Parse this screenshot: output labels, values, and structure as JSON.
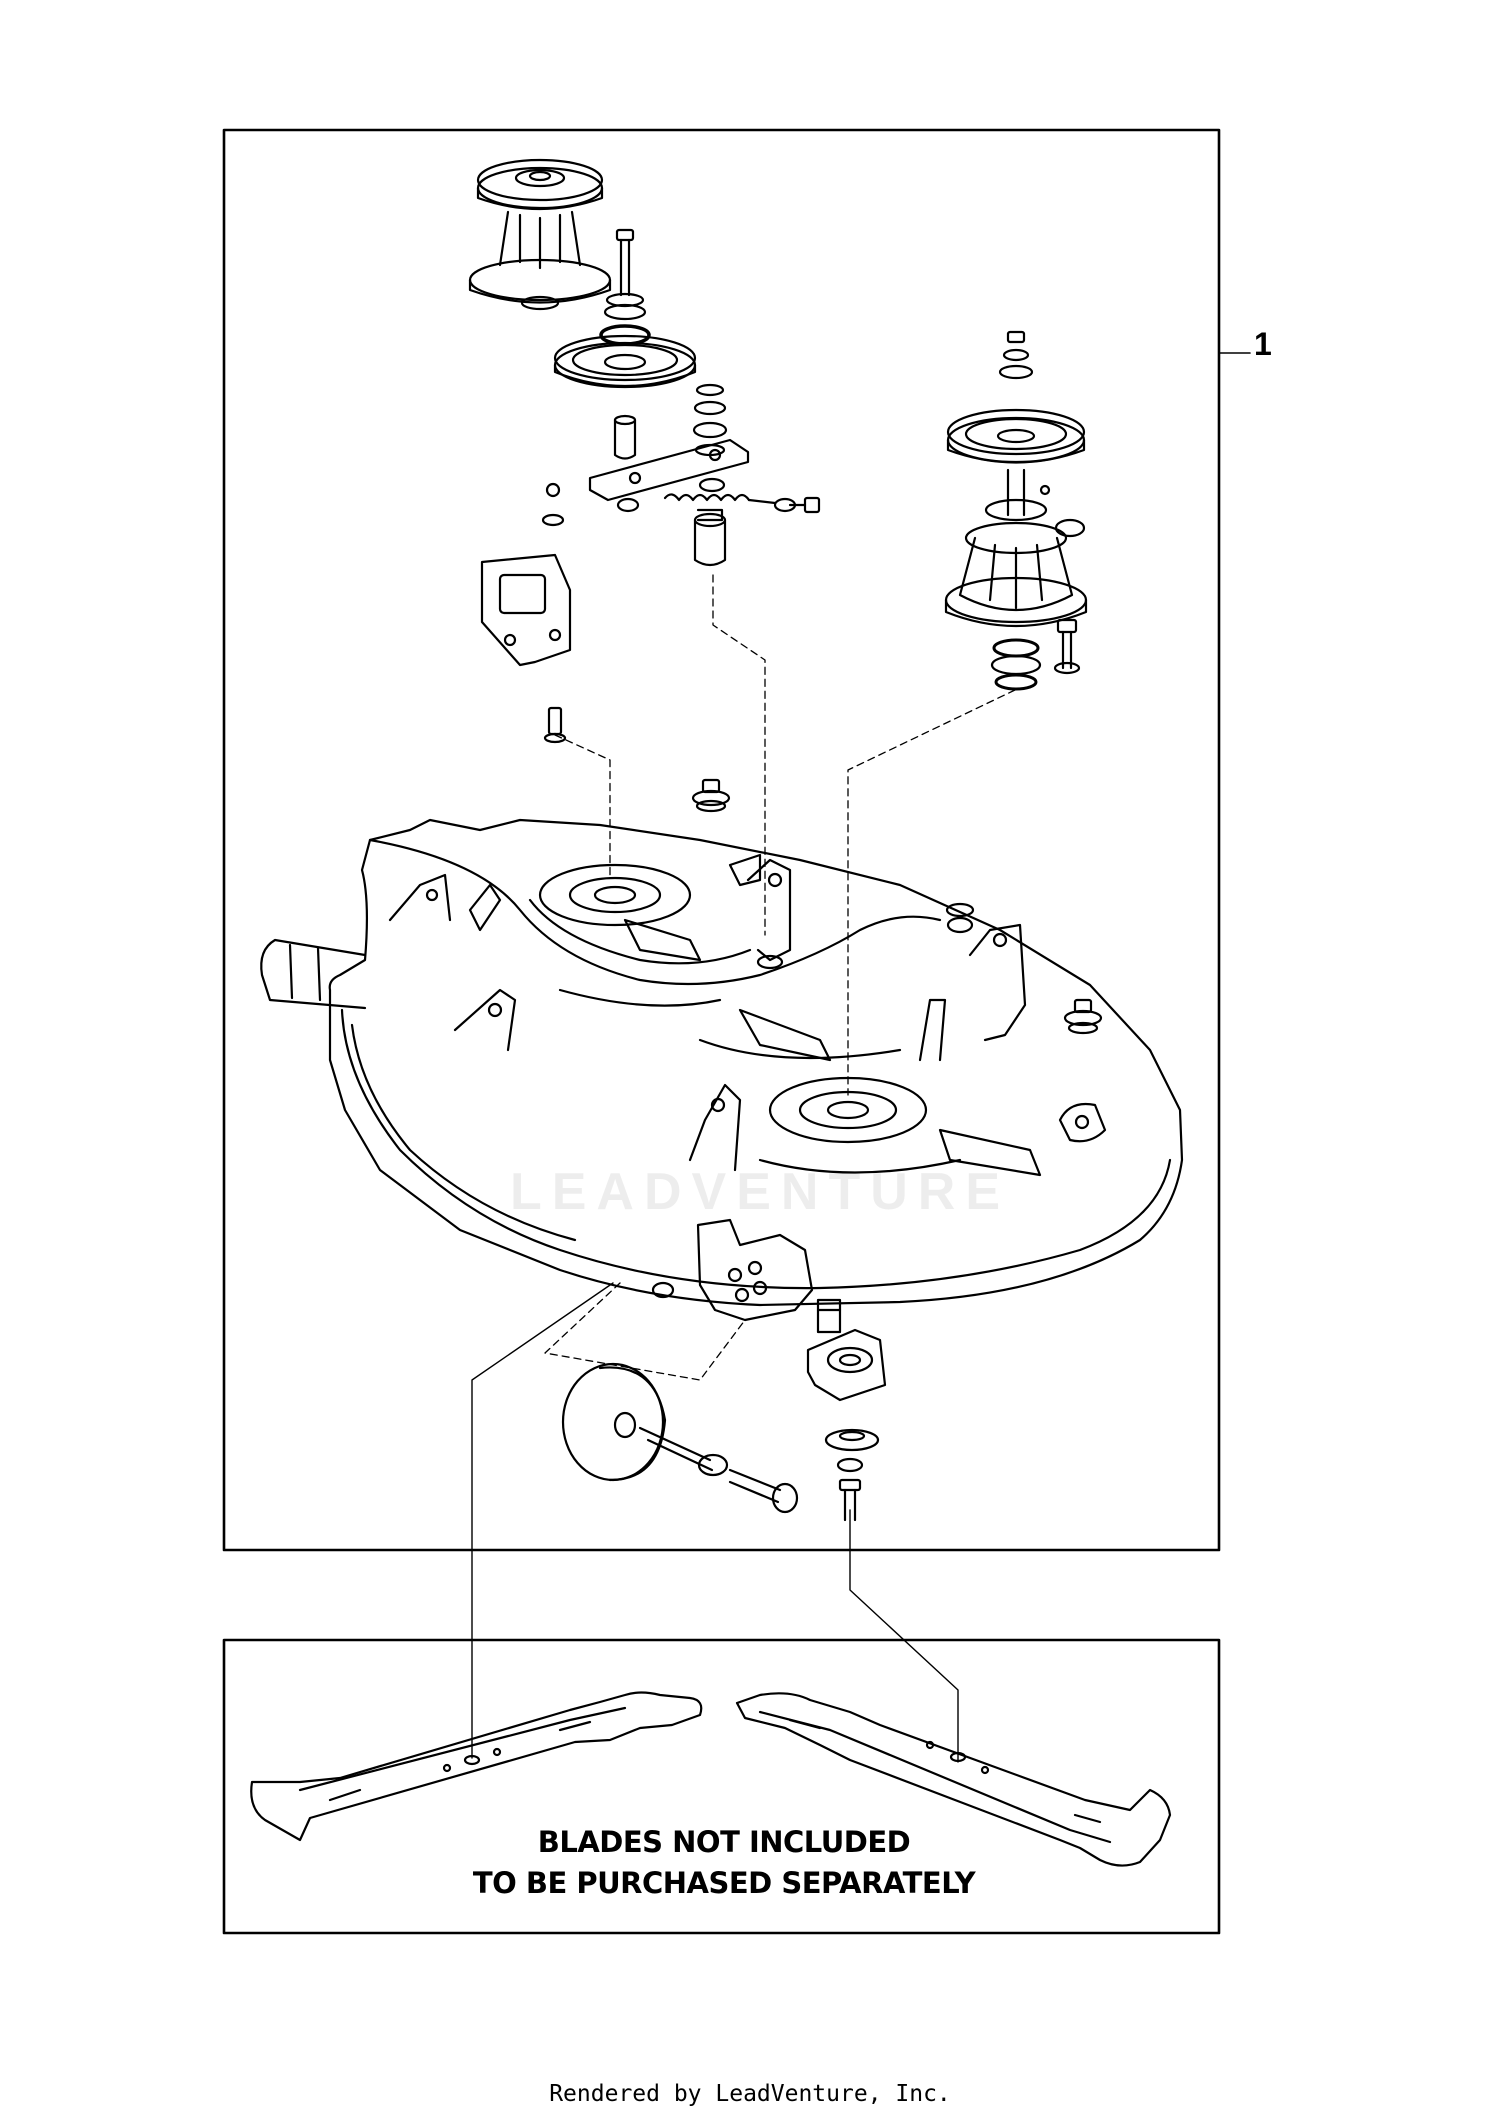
{
  "diagram": {
    "callout_label": "1",
    "note_line_1": "BLADES NOT INCLUDED",
    "note_line_2": "TO BE PURCHASED SEPARATELY",
    "watermark": "LEADVENTURE",
    "footer": "Rendered by LeadVenture, Inc."
  },
  "colors": {
    "line": "#000000",
    "background": "#ffffff",
    "watermark": "#e6e6e6"
  }
}
